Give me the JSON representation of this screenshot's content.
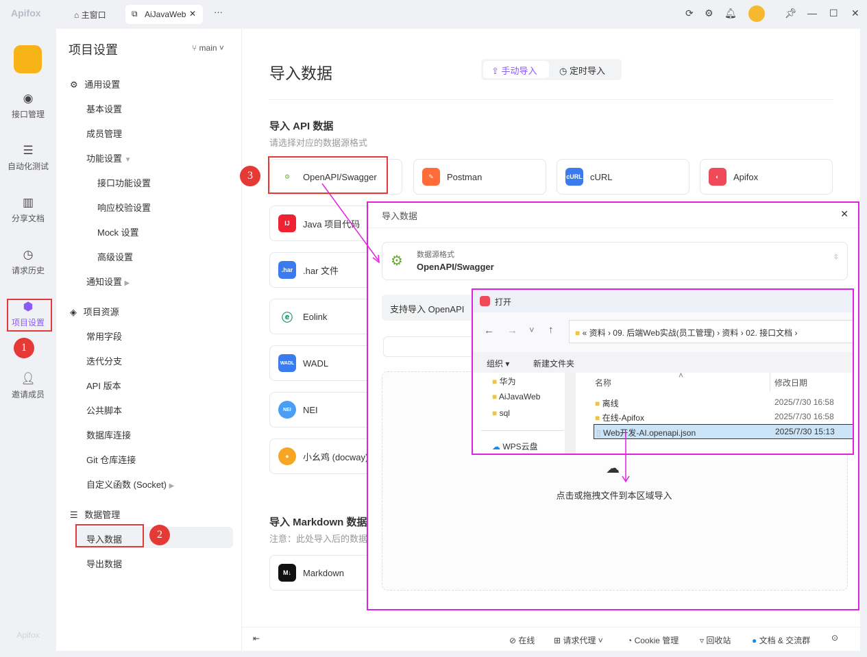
{
  "topbar": {
    "app": "Apifox",
    "home_tab": "主窗口",
    "project_tab": "AiJavaWeb",
    "more": "···"
  },
  "rail": [
    {
      "label": "接口管理"
    },
    {
      "label": "自动化测试"
    },
    {
      "label": "分享文档"
    },
    {
      "label": "请求历史"
    },
    {
      "label": "项目设置"
    },
    {
      "label": "邀请成员"
    }
  ],
  "rail_footer": "Apifox",
  "panel": {
    "title": "项目设置",
    "branch": "main",
    "general": "通用设置",
    "basic": "基本设置",
    "members": "成员管理",
    "features": "功能设置",
    "api_feature": "接口功能设置",
    "response_check": "响应校验设置",
    "mock": "Mock 设置",
    "advanced": "高级设置",
    "notify": "通知设置",
    "resources": "项目资源",
    "common_fields": "常用字段",
    "branches": "迭代分支",
    "api_versions": "API 版本",
    "scripts": "公共脚本",
    "db": "数据库连接",
    "git": "Git 仓库连接",
    "custom_fn": "自定义函数 (Socket)",
    "data_mgmt": "数据管理",
    "import": "导入数据",
    "export": "导出数据"
  },
  "main": {
    "title": "导入数据",
    "tab_manual": "手动导入",
    "tab_scheduled": "定时导入",
    "api_section": "导入 API 数据",
    "api_hint": "请选择对应的数据源格式",
    "cards": [
      "OpenAPI/Swagger",
      "Postman",
      "cURL",
      "Apifox",
      "Java 项目代码",
      ".har 文件",
      "Eolink",
      "WADL",
      "NEI",
      "小幺鸡 (docway)"
    ],
    "md_section": "导入 Markdown 数据",
    "md_hint": "注意：此处导入后的数据",
    "md_card": "Markdown"
  },
  "import_dialog": {
    "title": "导入数据",
    "format_label": "数据源格式",
    "format_value": "OpenAPI/Swagger",
    "support_text": "支持导入 OpenAPI",
    "drop_text": "点击或拖拽文件到本区域导入"
  },
  "file_dialog": {
    "title": "打开",
    "path": [
      "资料",
      "09. 后端Web实战(员工管理)",
      "资料",
      "02. 接口文档"
    ],
    "organize": "组织 ▾",
    "new_folder": "新建文件夹",
    "tree": [
      "华为",
      "AiJavaWeb",
      "sql",
      "WPS云盘"
    ],
    "col_name": "名称",
    "col_date": "修改日期",
    "files": [
      {
        "name": "离线",
        "date": "2025/7/30 16:58"
      },
      {
        "name": "在线-Apifox",
        "date": "2025/7/30 16:58"
      },
      {
        "name": "Web开发-AI.openapi.json",
        "date": "2025/7/30 15:13"
      }
    ]
  },
  "status": {
    "online": "在线",
    "proxy": "请求代理",
    "cookie": "Cookie 管理",
    "trash": "回收站",
    "docs": "文档 & 交流群"
  },
  "annotations": [
    "1",
    "2",
    "3"
  ]
}
